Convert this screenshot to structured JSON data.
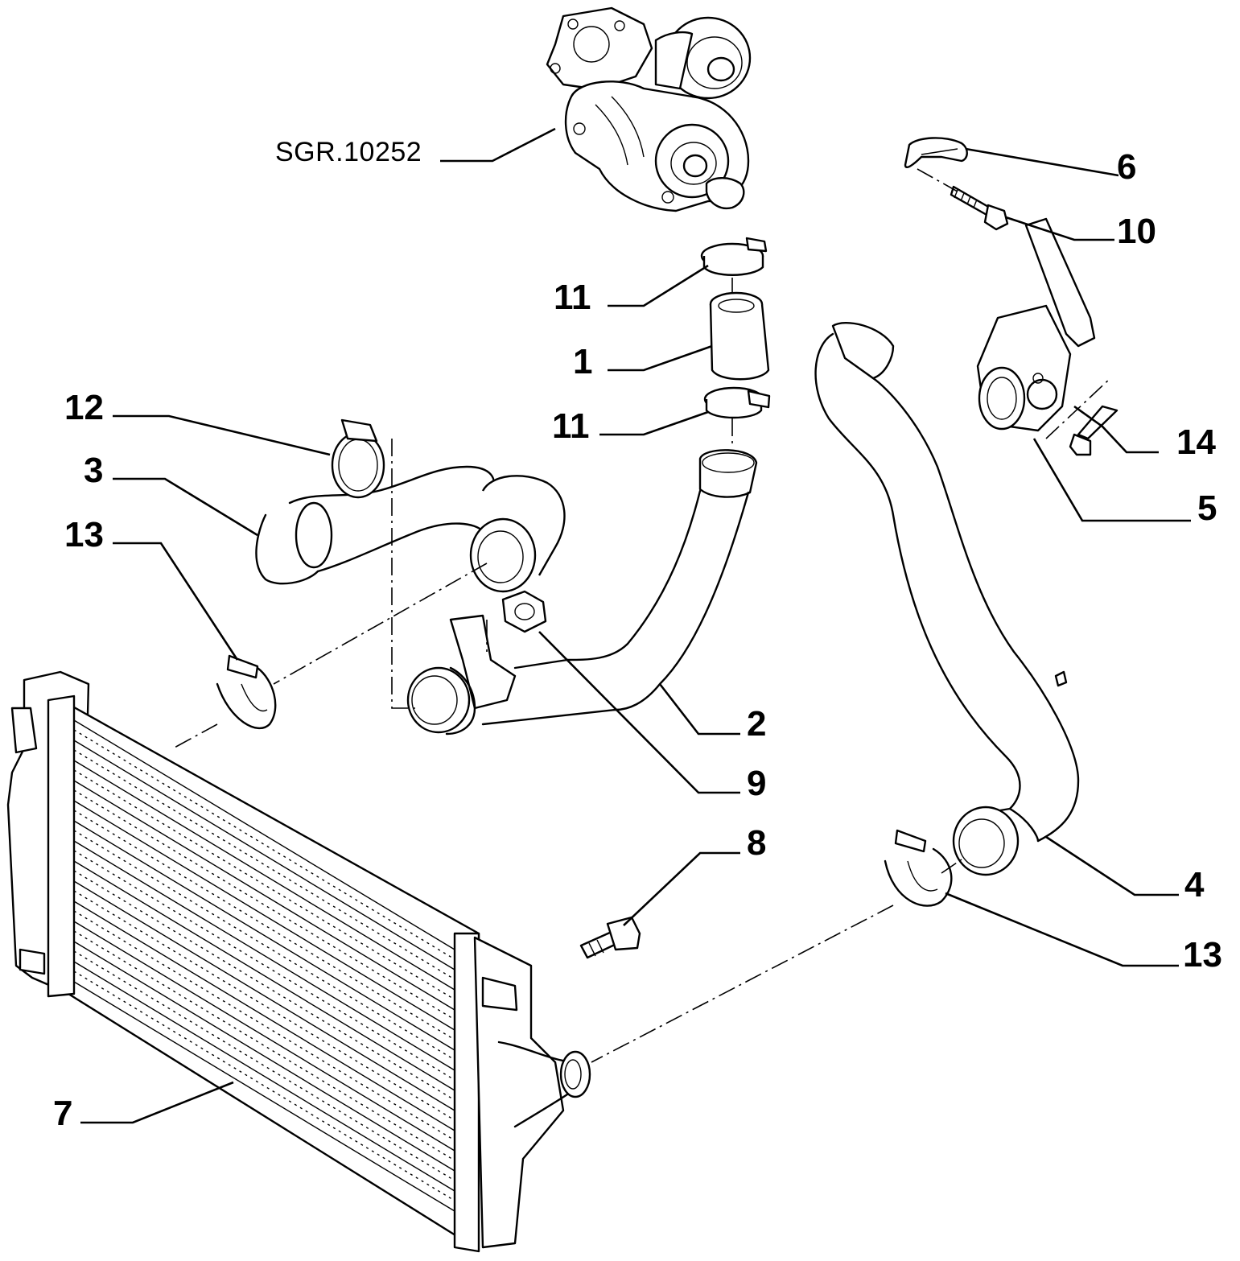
{
  "reference_label": "SGR.10252",
  "callouts": {
    "c1": "1",
    "c2": "2",
    "c3": "3",
    "c4": "4",
    "c5": "5",
    "c6": "6",
    "c7": "7",
    "c8": "8",
    "c9": "9",
    "c10": "10",
    "c11_top": "11",
    "c11_bottom": "11",
    "c12": "12",
    "c13_left": "13",
    "c13_right": "13",
    "c14": "14"
  }
}
